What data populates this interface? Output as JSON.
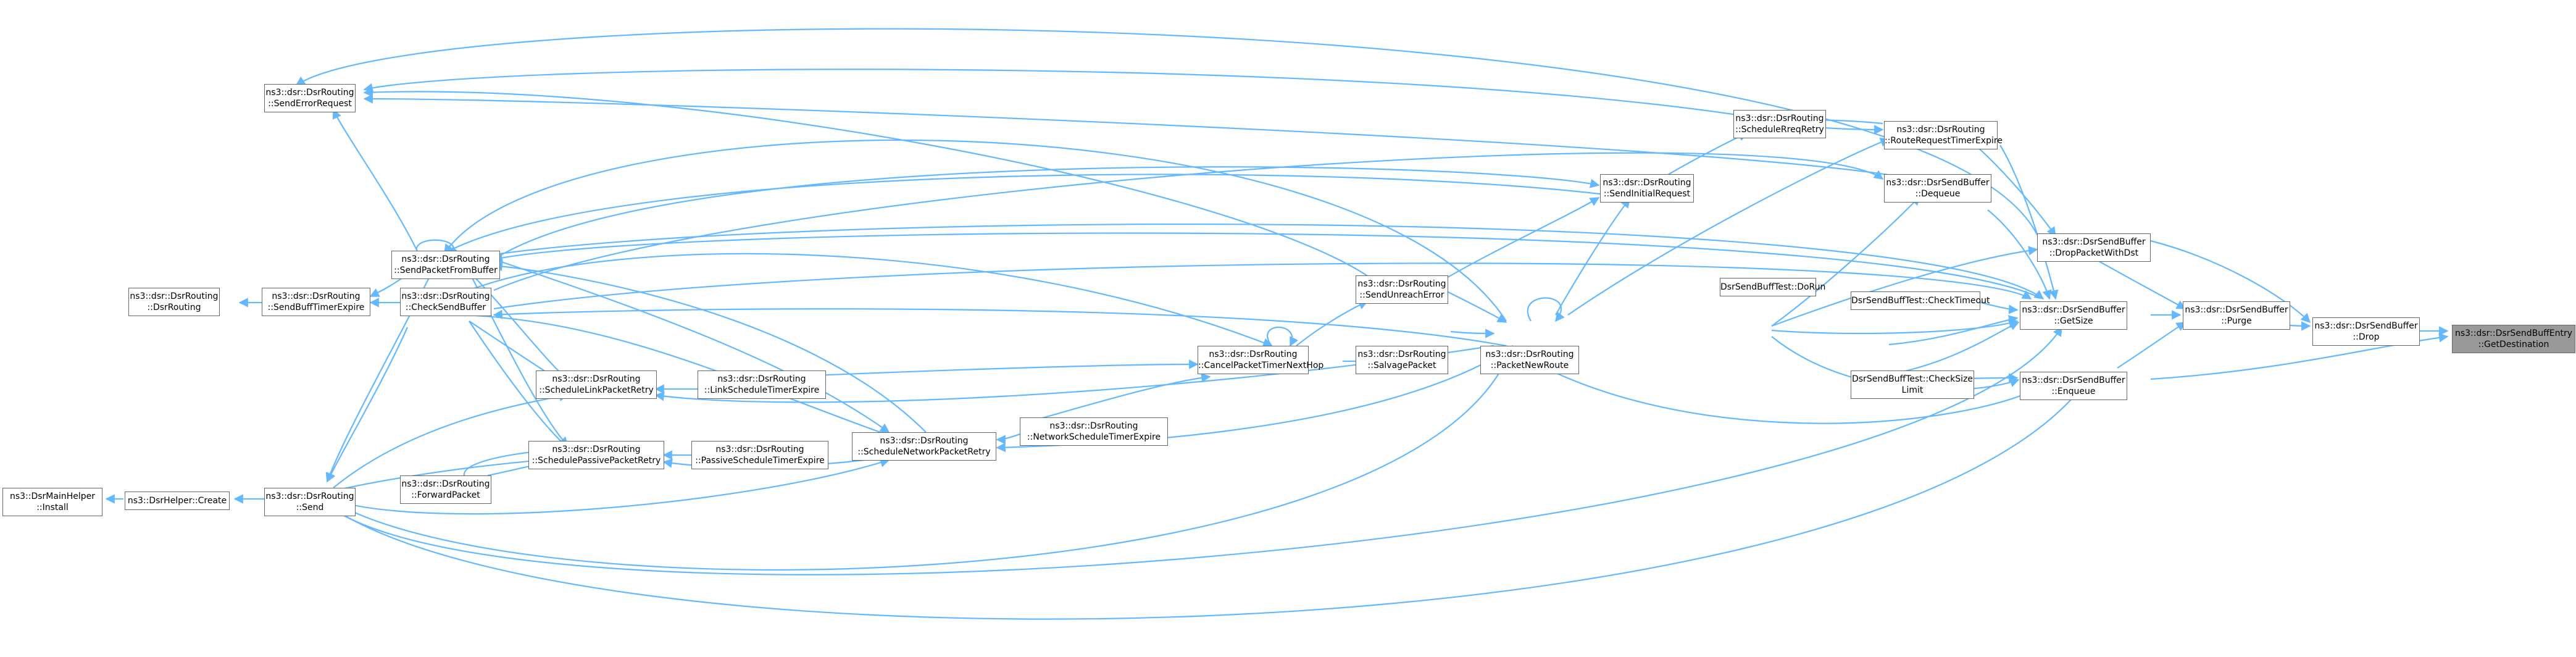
{
  "colors": {
    "edge": "#63b8ff",
    "node_border": "#666666",
    "node_fill": "#ffffff",
    "highlight_fill": "#999999"
  },
  "nodes": {
    "getdestination": {
      "lines": [
        "ns3::dsr::DsrSendBuffEntry",
        "::GetDestination"
      ]
    },
    "drop": {
      "lines": [
        "ns3::dsr::DsrSendBuffer",
        "::Drop"
      ]
    },
    "purge": {
      "lines": [
        "ns3::dsr::DsrSendBuffer",
        "::Purge"
      ]
    },
    "enqueue": {
      "lines": [
        "ns3::dsr::DsrSendBuffer",
        "::Enqueue"
      ]
    },
    "droppacketwithdst": {
      "lines": [
        "ns3::dsr::DsrSendBuffer",
        "::DropPacketWithDst"
      ]
    },
    "getsize": {
      "lines": [
        "ns3::dsr::DsrSendBuffer",
        "::GetSize"
      ]
    },
    "dequeue": {
      "lines": [
        "ns3::dsr::DsrSendBuffer",
        "::Dequeue"
      ]
    },
    "routerequesttimerexpire": {
      "lines": [
        "ns3::dsr::DsrRouting",
        "::RouteRequestTimerExpire"
      ]
    },
    "scheduleRreqretry": {
      "lines": [
        "ns3::dsr::DsrRouting",
        "::ScheduleRreqRetry"
      ]
    },
    "sendinitialrequest": {
      "lines": [
        "ns3::dsr::DsrRouting",
        "::SendInitialRequest"
      ]
    },
    "checktimeout": {
      "lines": [
        "DsrSendBuffTest::CheckTimeout"
      ]
    },
    "checksizelimit": {
      "lines": [
        "DsrSendBuffTest::CheckSize",
        "Limit"
      ]
    },
    "dorun": {
      "lines": [
        "DsrSendBuffTest::DoRun"
      ]
    },
    "packetnewroute": {
      "lines": [
        "ns3::dsr::DsrRouting",
        "::PacketNewRoute"
      ]
    },
    "sendunreacherror": {
      "lines": [
        "ns3::dsr::DsrRouting",
        "::SendUnreachError"
      ]
    },
    "salvagepacket": {
      "lines": [
        "ns3::dsr::DsrRouting",
        "::SalvagePacket"
      ]
    },
    "cancelpackettimer": {
      "lines": [
        "ns3::dsr::DsrRouting",
        "::CancelPacketTimerNextHop"
      ]
    },
    "networkscheduletimer": {
      "lines": [
        "ns3::dsr::DsrRouting",
        "::NetworkScheduleTimerExpire"
      ]
    },
    "schedulenetworkretry": {
      "lines": [
        "ns3::dsr::DsrRouting",
        "::ScheduleNetworkPacketRetry"
      ]
    },
    "linkscheduletimer": {
      "lines": [
        "ns3::dsr::DsrRouting",
        "::LinkScheduleTimerExpire"
      ]
    },
    "passivescheduletimer": {
      "lines": [
        "ns3::dsr::DsrRouting",
        "::PassiveScheduleTimerExpire"
      ]
    },
    "schedulelinkretry": {
      "lines": [
        "ns3::dsr::DsrRouting",
        "::ScheduleLinkPacketRetry"
      ]
    },
    "schedulepassiveretry": {
      "lines": [
        "ns3::dsr::DsrRouting",
        "::SchedulePassivePacketRetry"
      ]
    },
    "forwardpacket": {
      "lines": [
        "ns3::dsr::DsrRouting",
        "::ForwardPacket"
      ]
    },
    "checksendbuffer": {
      "lines": [
        "ns3::dsr::DsrRouting",
        "::CheckSendBuffer"
      ]
    },
    "sendpacketfrombuffer": {
      "lines": [
        "ns3::dsr::DsrRouting",
        "::SendPacketFromBuffer"
      ]
    },
    "senderrorrequest": {
      "lines": [
        "ns3::dsr::DsrRouting",
        "::SendErrorRequest"
      ]
    },
    "send": {
      "lines": [
        "ns3::dsr::DsrRouting",
        "::Send"
      ]
    },
    "sendbufftimerexpire": {
      "lines": [
        "ns3::dsr::DsrRouting",
        "::SendBuffTimerExpire"
      ]
    },
    "dsrrouting": {
      "lines": [
        "ns3::dsr::DsrRouting",
        "::DsrRouting"
      ]
    },
    "helpercreate": {
      "lines": [
        "ns3::DsrHelper::Create"
      ]
    },
    "mainhelperinstall": {
      "lines": [
        "ns3::DsrMainHelper",
        "::Install"
      ]
    }
  }
}
